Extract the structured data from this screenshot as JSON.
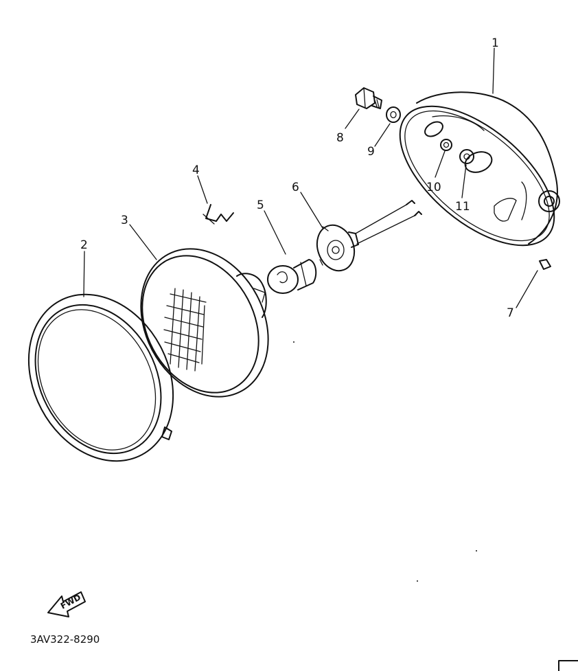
{
  "callouts": {
    "n1": "1",
    "n2": "2",
    "n3": "3",
    "n4": "4",
    "n5": "5",
    "n6": "6",
    "n7": "7",
    "n8": "8",
    "n9": "9",
    "n10": "10",
    "n11": "11"
  },
  "direction": {
    "label": "FWD"
  },
  "drawing_code": "3AV322-8290"
}
